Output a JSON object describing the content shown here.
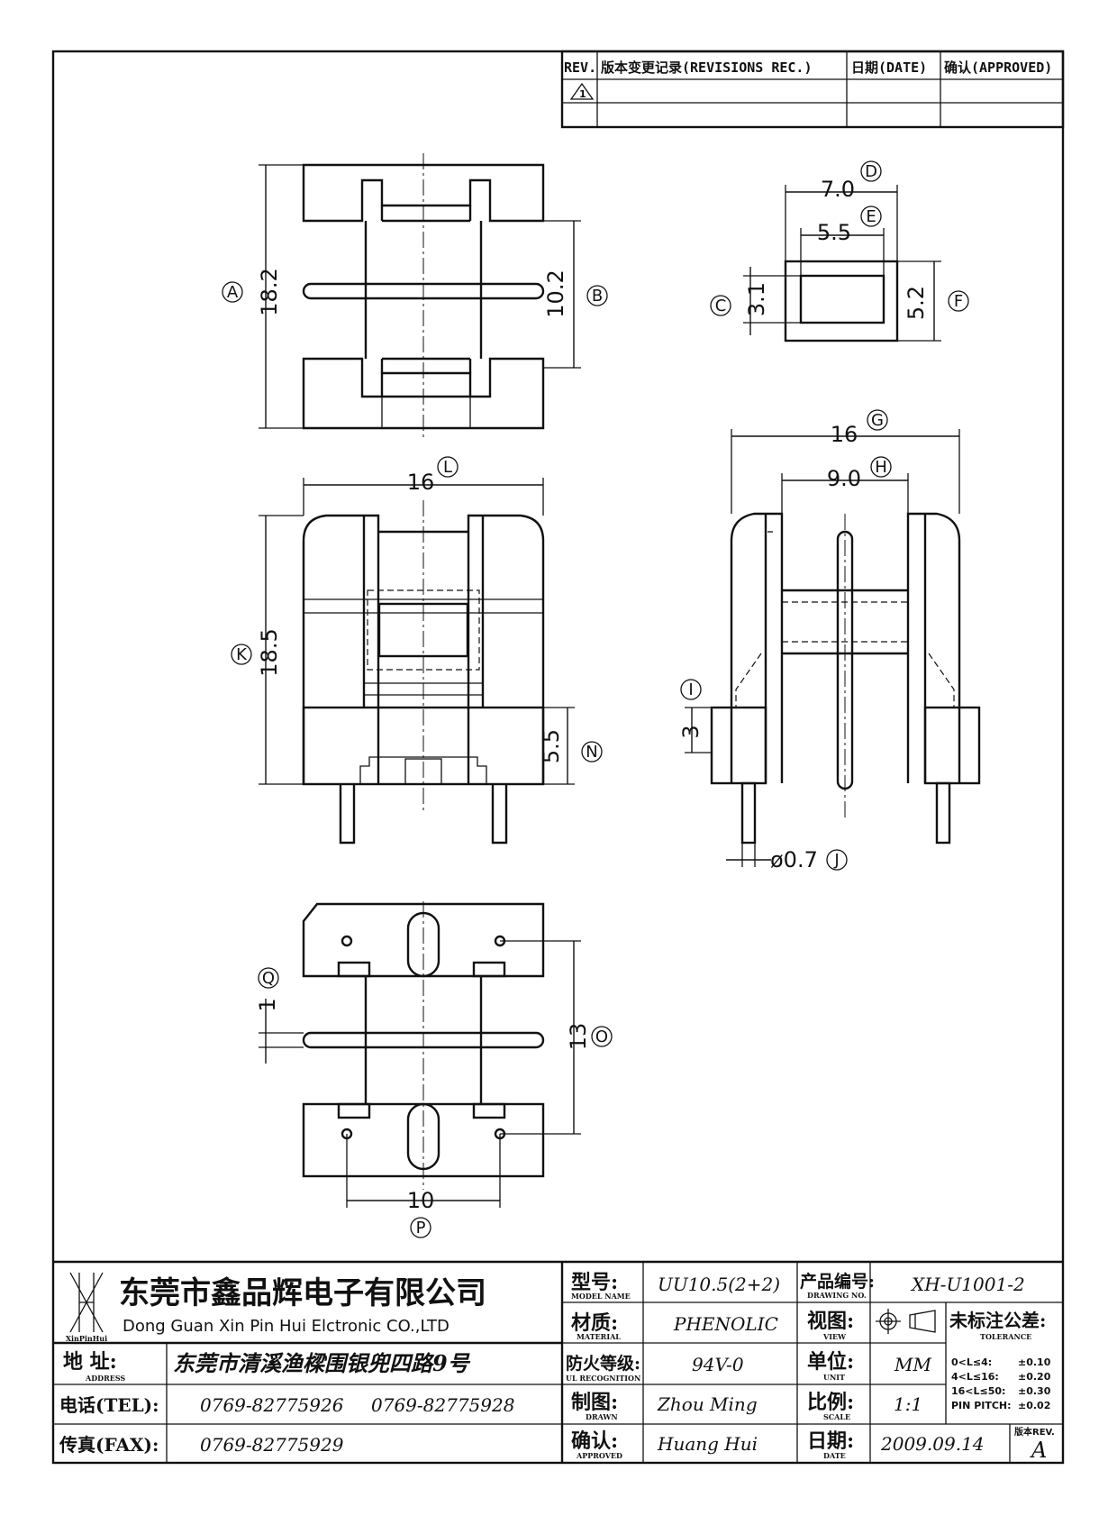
{
  "revision_table": {
    "headers": [
      "REV.",
      "版本变更记录(REVISIONS REC.)",
      "日期(DATE)",
      "确认(APPROVED)"
    ],
    "rev_symbol": "1"
  },
  "dimensions": {
    "A": "18.2",
    "B": "10.2",
    "C": "3.1",
    "D": "7.0",
    "E": "5.5",
    "F": "5.2",
    "G": "16",
    "H": "9.0",
    "I": "3",
    "J": "ø0.7",
    "K": "18.5",
    "L": "16",
    "N": "5.5",
    "O": "13",
    "P": "10",
    "Q": "1"
  },
  "title_block": {
    "company_cn": "东莞市鑫品辉电子有限公司",
    "company_en": "Dong Guan Xin Pin Hui Elctronic CO.,LTD",
    "logo_text": "XinPinHui",
    "address_label": "地  址:",
    "address_label_en": "ADDRESS",
    "address": "东莞市清溪渔樑围银兜四路9号",
    "tel_label": "电话(TEL):",
    "tel1": "0769-82775926",
    "tel2": "0769-82775928",
    "fax_label": "传真(FAX):",
    "fax": "0769-82775929",
    "model_label": "型号:",
    "model_label_en": "MODEL NAME",
    "model": "UU10.5(2+2)",
    "material_label": "材质:",
    "material_label_en": "MATERIAL",
    "material": "PHENOLIC",
    "ul_label": "防火等级:",
    "ul_label_en": "UL RECOGNITION",
    "ul": "94V-0",
    "drawn_label": "制图:",
    "drawn_label_en": "DRAWN",
    "drawn": "Zhou Ming",
    "approved_label": "确认:",
    "approved_label_en": "APPROVED",
    "approved": "Huang Hui",
    "drawing_no_label": "产品编号:",
    "drawing_no_label_en": "DRAWING NO.",
    "drawing_no": "XH-U1001-2",
    "view_label": "视图:",
    "view_label_en": "VIEW",
    "unit_label": "单位:",
    "unit_label_en": "UNIT",
    "unit": "MM",
    "scale_label": "比例:",
    "scale_label_en": "SCALE",
    "scale": "1:1",
    "date_label": "日期:",
    "date_label_en": "DATE",
    "date": "2009.09.14",
    "tolerance_label": "未标注公差:",
    "tolerance_label_en": "TOLERANCE",
    "tolerances": [
      {
        "range": "0<L≤4:",
        "value": "±0.10"
      },
      {
        "range": "4<L≤16:",
        "value": "±0.20"
      },
      {
        "range": "16<L≤50:",
        "value": "±0.30"
      },
      {
        "range": "PIN PITCH:",
        "value": "±0.02"
      }
    ],
    "rev_label": "版本REV.",
    "rev": "A"
  }
}
